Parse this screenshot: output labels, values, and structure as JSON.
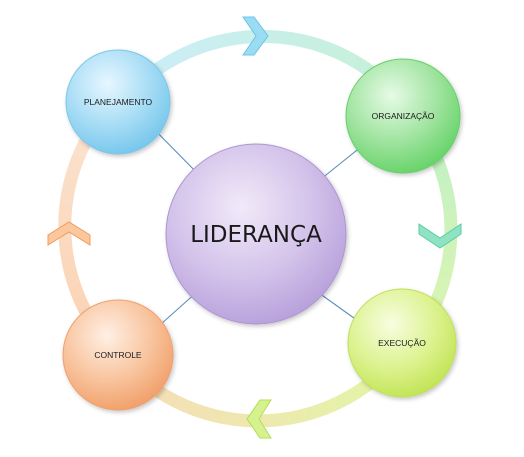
{
  "center": {
    "label": "LIDERANÇA"
  },
  "nodes": [
    {
      "id": "planejamento",
      "label": "PLANEJAMENTO"
    },
    {
      "id": "organizacao",
      "label": "ORGANIZAÇÃO"
    },
    {
      "id": "execucao",
      "label": "EXECUÇÃO"
    },
    {
      "id": "controle",
      "label": "CONTROLE"
    }
  ],
  "colors": {
    "planejamento": "#8fd3f2",
    "organizacao": "#8de08f",
    "execucao": "#d9f07a",
    "controle": "#f6b489",
    "center": "#c9b5e3",
    "connector": "#5b8fbf"
  }
}
